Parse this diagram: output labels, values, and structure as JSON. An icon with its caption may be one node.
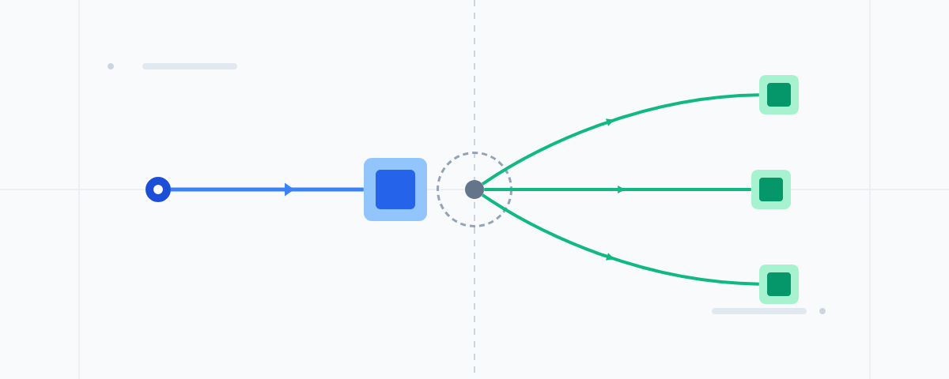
{
  "diagram": {
    "nodes": [
      {
        "text": [],
        "shape": "circle"
      },
      {
        "text": [],
        "shape": "box"
      },
      {
        "text": [],
        "shape": "circle"
      },
      {
        "text": [],
        "shape": "box"
      },
      {
        "text": [],
        "shape": "box"
      },
      {
        "text": [],
        "shape": "box"
      }
    ],
    "edges": [
      {
        "from": 0,
        "to": 1,
        "arrow": "to",
        "color": "#3b82f6"
      },
      {
        "from": 2,
        "to": 3,
        "arrow": "to"
      },
      {
        "from": 2,
        "to": 4,
        "arrow": "to"
      },
      {
        "from": 2,
        "to": 5,
        "arrow": "to"
      }
    ]
  }
}
